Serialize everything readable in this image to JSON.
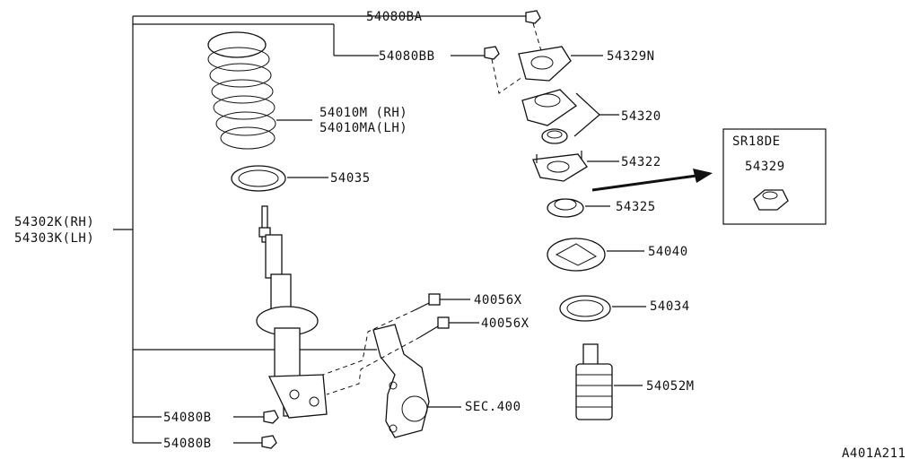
{
  "diagram": {
    "type": "exploded-parts-diagram",
    "colors": {
      "ink": "#111111",
      "background": "#ffffff"
    },
    "labels": {
      "p54080BA": "54080BA",
      "p54080BB": "54080BB",
      "p54329N": "54329N",
      "p54010_rh": "54010M (RH)",
      "p54010_lh": "54010MA(LH)",
      "p54320": "54320",
      "p54322": "54322",
      "p54035": "54035",
      "p54325": "54325",
      "p54302": "54302K(RH)",
      "p54303": "54303K(LH)",
      "p54040": "54040",
      "p40056a": "40056X",
      "p40056b": "40056X",
      "p54034": "54034",
      "p54052": "54052M",
      "p54080B_a": "54080B",
      "p54080B_b": "54080B",
      "sec400": "SEC.400",
      "inset_title": "SR18DE",
      "inset_part": "54329",
      "figure_id": "A401A211"
    }
  }
}
